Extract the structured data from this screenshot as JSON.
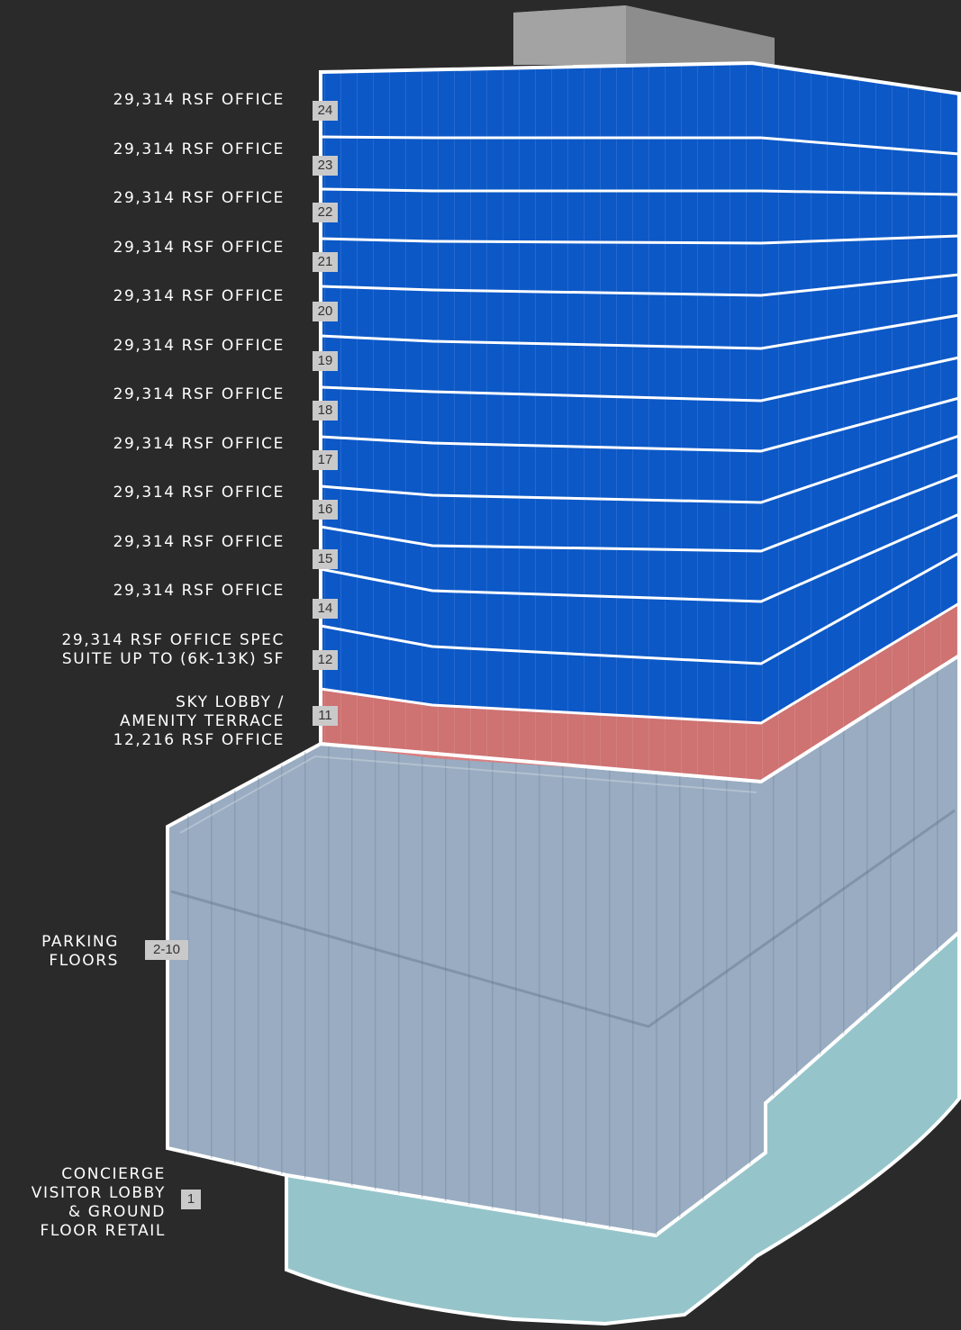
{
  "colors": {
    "background": "#2b2a2a",
    "office_floor": "#0b5bd0",
    "amenity_floor": "#e07a7a",
    "parking": "#9fb3c9",
    "retail": "#9ed3d8",
    "outline": "#ffffff",
    "tag_bg": "#c9c9c9"
  },
  "floors": [
    {
      "number": "24",
      "label": "29,314 RSF OFFICE",
      "type": "office"
    },
    {
      "number": "23",
      "label": "29,314 RSF OFFICE",
      "type": "office"
    },
    {
      "number": "22",
      "label": "29,314 RSF OFFICE",
      "type": "office"
    },
    {
      "number": "21",
      "label": "29,314 RSF OFFICE",
      "type": "office"
    },
    {
      "number": "20",
      "label": "29,314 RSF OFFICE",
      "type": "office"
    },
    {
      "number": "19",
      "label": "29,314 RSF OFFICE",
      "type": "office"
    },
    {
      "number": "18",
      "label": "29,314 RSF OFFICE",
      "type": "office"
    },
    {
      "number": "17",
      "label": "29,314 RSF OFFICE",
      "type": "office"
    },
    {
      "number": "16",
      "label": "29,314 RSF OFFICE",
      "type": "office"
    },
    {
      "number": "15",
      "label": "29,314 RSF OFFICE",
      "type": "office"
    },
    {
      "number": "14",
      "label": "29,314 RSF OFFICE",
      "type": "office"
    },
    {
      "number": "12",
      "label": "29,314 RSF OFFICE SPEC\nSUITE UP TO (6K-13K) SF",
      "type": "office"
    },
    {
      "number": "11",
      "label": "SKY LOBBY /\nAMENITY TERRACE\n12,216 RSF OFFICE",
      "type": "amenity"
    }
  ],
  "parking": {
    "number": "2-10",
    "label": "PARKING\nFLOORS"
  },
  "ground": {
    "number": "1",
    "label": "CONCIERGE\nVISITOR LOBBY\n& GROUND\nFLOOR RETAIL"
  }
}
